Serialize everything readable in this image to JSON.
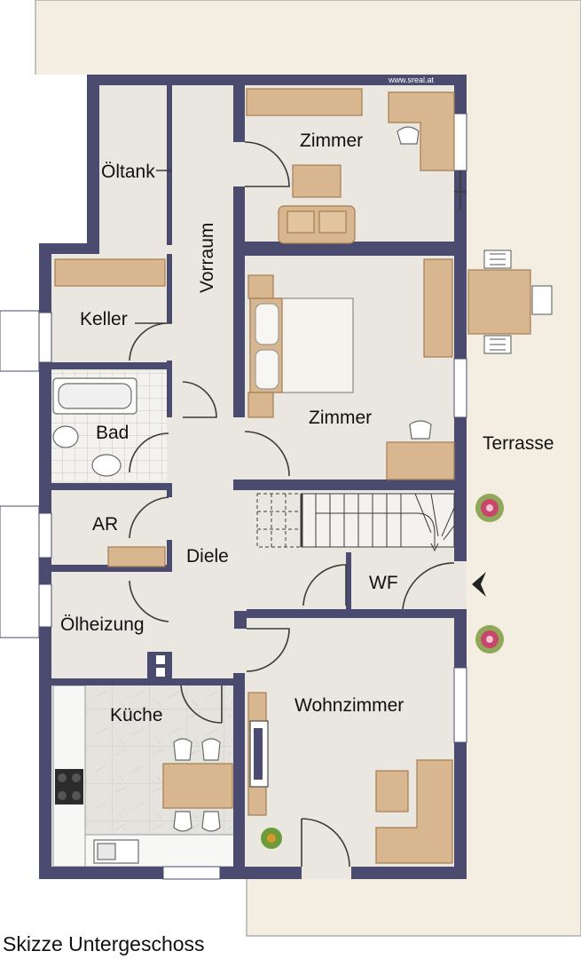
{
  "caption": "Skizze Untergeschoss",
  "watermark": "www.sreal.at",
  "rooms": {
    "oeltank": "Öltank",
    "vorraum": "Vorraum",
    "zimmer_top": "Zimmer",
    "keller": "Keller",
    "zimmer_bed": "Zimmer",
    "terrasse": "Terrasse",
    "bad": "Bad",
    "ar": "AR",
    "diele": "Diele",
    "wf": "WF",
    "oelheizung": "Ölheizung",
    "wohnzimmer": "Wohnzimmer",
    "kueche": "Küche"
  },
  "colors": {
    "terrace": "#f3eee1",
    "floor": "#eae7e0",
    "wall": "#4a4b6e",
    "furniture": "#d8b690",
    "furniture_stroke": "#a57c52",
    "tile": "#e6e3dc"
  }
}
